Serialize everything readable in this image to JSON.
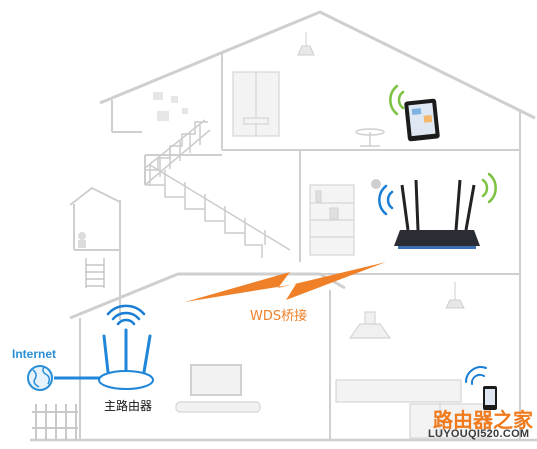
{
  "labels": {
    "internet": "Internet",
    "main_router": "主路由器",
    "wds_bridge": "WDS桥接"
  },
  "watermark": {
    "title": "路由器之家",
    "url": "LUYOUQI520.COM"
  },
  "icons": {
    "globe": "globe-icon",
    "wifi": "wifi-signal-icon",
    "lightning": "lightning-bolt-icon"
  },
  "colors": {
    "house_outline": "#cfcfcf",
    "wifi_blue": "#1a7fd4",
    "wifi_green": "#7dc242",
    "wds_orange": "#f08028",
    "router_main": "#1f86d9"
  }
}
